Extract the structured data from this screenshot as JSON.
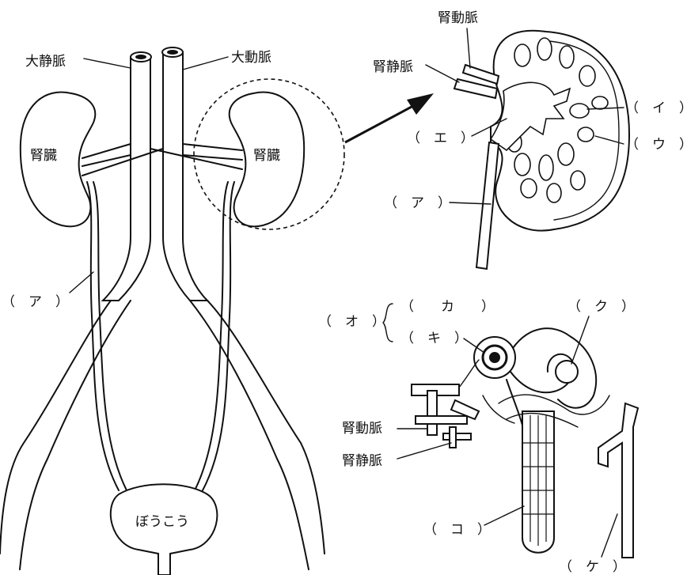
{
  "labels": {
    "vena_cava": "大静脈",
    "aorta": "大動脈",
    "kidney_left": "腎臓",
    "kidney_right": "腎臓",
    "ureter_a_left": "（　ア　）",
    "bladder": "ぼうこう",
    "detail_renal_artery": "腎動脈",
    "detail_renal_vein": "腎静脈",
    "label_e": "（　エ　）",
    "label_i": "（　イ　）",
    "label_u": "（　ウ　）",
    "label_a_right": "（　ア　）",
    "label_o": "（　オ　）",
    "label_ka": "（　　カ　　）",
    "label_ki": "（　キ　）",
    "label_ku": "（　ク　）",
    "nephron_renal_artery": "腎動脈",
    "nephron_renal_vein": "腎静脈",
    "label_ko": "（　コ　）",
    "label_ke": "（　ケ　）"
  }
}
